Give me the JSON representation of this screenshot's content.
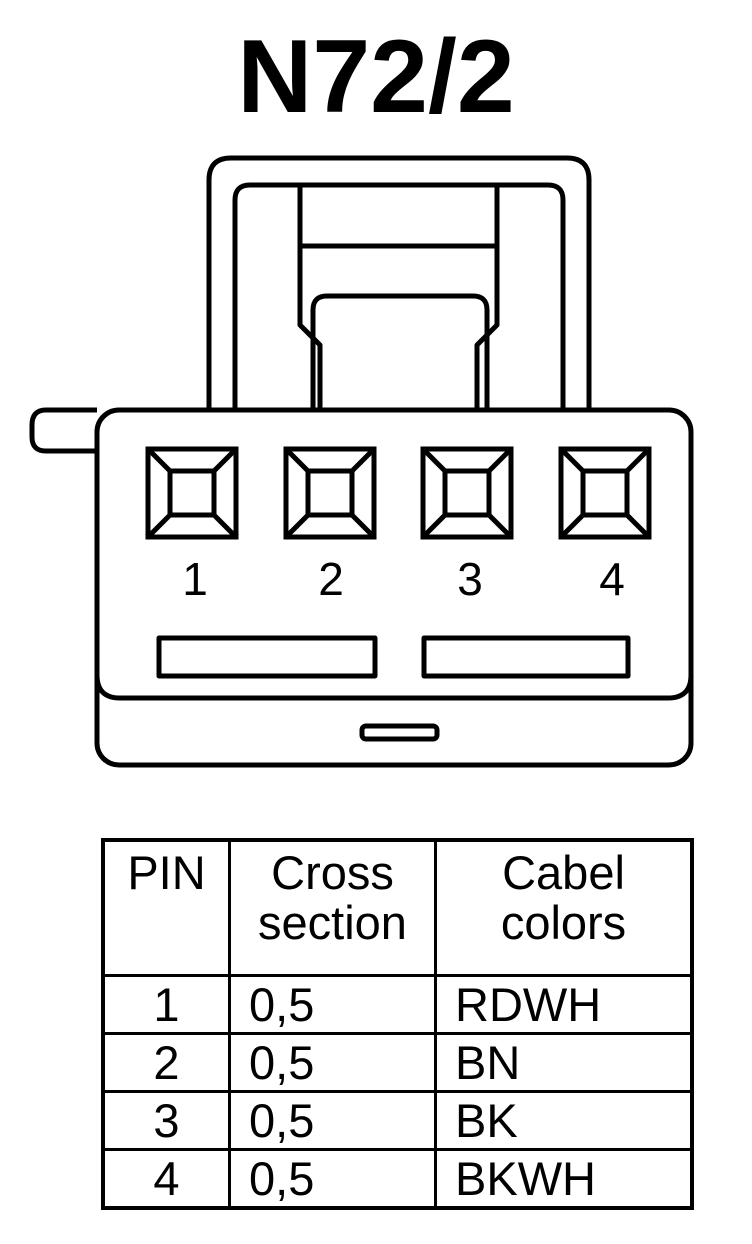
{
  "title": "N72/2",
  "pins": [
    "1",
    "2",
    "3",
    "4"
  ],
  "table": {
    "headers": {
      "pin": "PIN",
      "cross": [
        "Cross",
        "section"
      ],
      "color": [
        "Cabel",
        "colors"
      ]
    },
    "rows": [
      {
        "pin": "1",
        "cross": "0,5",
        "color": "RDWH"
      },
      {
        "pin": "2",
        "cross": "0,5",
        "color": "BN"
      },
      {
        "pin": "3",
        "cross": "0,5",
        "color": "BK"
      },
      {
        "pin": "4",
        "cross": "0,5",
        "color": "BKWH"
      }
    ]
  }
}
